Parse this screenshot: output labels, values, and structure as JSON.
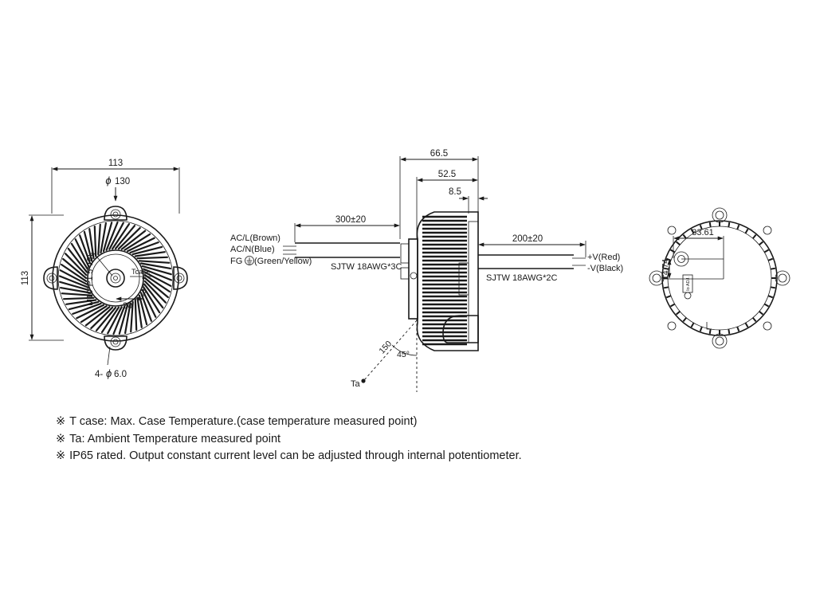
{
  "front_view": {
    "dim_width": "113",
    "dim_height": "113",
    "dim_diameter": "130",
    "dim_mount_hole": "4-",
    "dim_mount_hole_value": "6.0",
    "thread_label": "M10*P1.5*18L",
    "tcase_label": "Tcase",
    "dim_tcase_x": "20",
    "dim_tcase_y": "3",
    "phi_symbol": "ϕ"
  },
  "side_view": {
    "dim_total_length": "66.5",
    "dim_body_length": "52.5",
    "dim_gap": "8.5",
    "dim_input_cable": "300±20",
    "dim_output_cable": "200±20",
    "wire_acl": "AC/L(Brown)",
    "wire_acn": "AC/N(Blue)",
    "wire_fg_prefix": "FG",
    "wire_fg_suffix": "(Green/Yellow)",
    "input_cable_type": "SJTW 18AWG*3C",
    "output_cable_type": "SJTW 18AWG*2C",
    "wire_vpos": "+V(Red)",
    "wire_vneg": "-V(Black)",
    "dim_ta_distance": "150",
    "dim_ta_angle": "45°",
    "ta_label": "Ta"
  },
  "back_view": {
    "dim_x": "33.61",
    "dim_y": "14.74",
    "pot_label": "Io ADJ."
  },
  "notes": [
    {
      "mark": "※",
      "text": "T case: Max. Case Temperature.(case temperature measured point)"
    },
    {
      "mark": "※",
      "text": "Ta: Ambient Temperature measured point"
    },
    {
      "mark": "※",
      "text": "IP65 rated. Output constant current level can be adjusted through internal potentiometer."
    }
  ],
  "colors": {
    "line": "#1a1a1a",
    "background": "#ffffff"
  }
}
